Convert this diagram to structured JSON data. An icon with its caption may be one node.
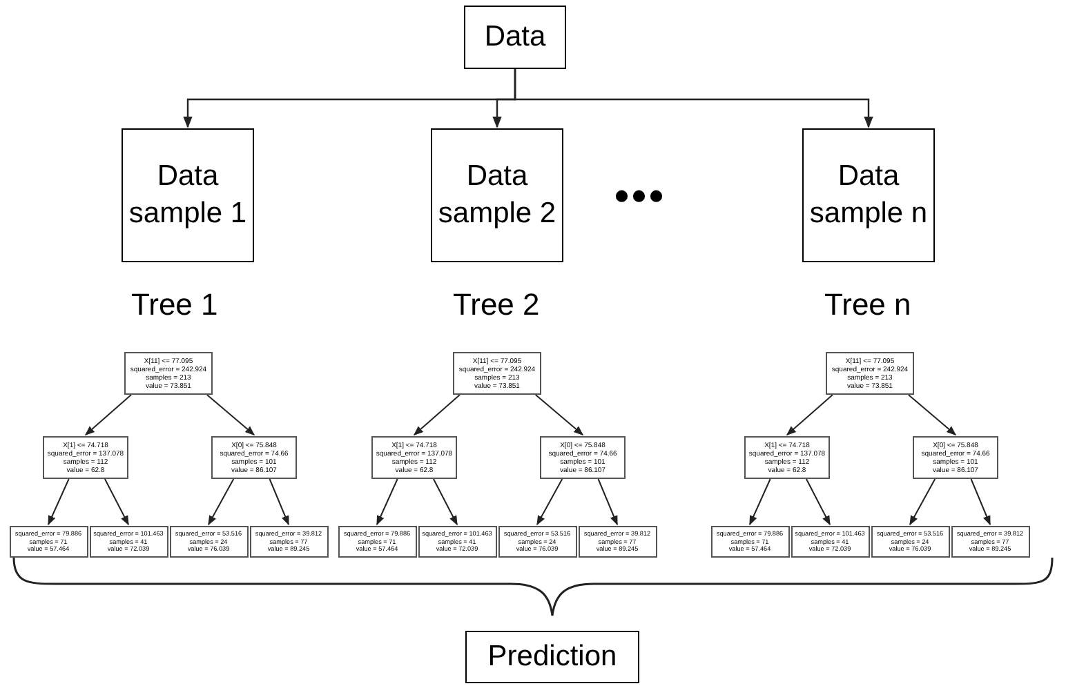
{
  "diagram": {
    "nodes": [
      {
        "text": [
          "Data"
        ]
      },
      {
        "text": [
          "Data sample 1"
        ]
      },
      {
        "text": [
          "Data sample 2"
        ]
      },
      {
        "text": [
          "Data sample n"
        ]
      },
      {
        "text": [
          "X[11] <= 77.095",
          "squared_error = 242.924",
          "samples = 213",
          "value = 73.851"
        ]
      },
      {
        "text": [
          "X[1] <= 74.718",
          "squared_error = 137.078",
          "samples = 112",
          "value = 62.8"
        ]
      },
      {
        "text": [
          "X[0] <= 75.848",
          "squared_error = 74.66",
          "samples = 101",
          "value = 86.107"
        ]
      },
      {
        "text": [
          "squared_error = 79.886",
          "samples = 71",
          "value = 57.464"
        ]
      },
      {
        "text": [
          "squared_error = 101.463",
          "samples = 41",
          "value = 72.039"
        ]
      },
      {
        "text": [
          "squared_error = 53.516",
          "samples = 24",
          "value = 76.039"
        ]
      },
      {
        "text": [
          "squared_error = 39.812",
          "samples = 77",
          "value = 89.245"
        ]
      },
      {
        "text": [
          "X[11] <= 77.095",
          "squared_error = 242.924",
          "samples = 213",
          "value = 73.851"
        ]
      },
      {
        "text": [
          "X[1] <= 74.718",
          "squared_error = 137.078",
          "samples = 112",
          "value = 62.8"
        ]
      },
      {
        "text": [
          "X[0] <= 75.848",
          "squared_error = 74.66",
          "samples = 101",
          "value = 86.107"
        ]
      },
      {
        "text": [
          "squared_error = 79.886",
          "samples = 71",
          "value = 57.464"
        ]
      },
      {
        "text": [
          "squared_error = 101.463",
          "samples = 41",
          "value = 72.039"
        ]
      },
      {
        "text": [
          "squared_error = 53.516",
          "samples = 24",
          "value = 76.039"
        ]
      },
      {
        "text": [
          "squared_error = 39.812",
          "samples = 77",
          "value = 89.245"
        ]
      },
      {
        "text": [
          "X[11] <= 77.095",
          "squared_error = 242.924",
          "samples = 213",
          "value = 73.851"
        ]
      },
      {
        "text": [
          "X[1] <= 74.718",
          "squared_error = 137.078",
          "samples = 112",
          "value = 62.8"
        ]
      },
      {
        "text": [
          "X[0] <= 75.848",
          "squared_error = 74.66",
          "samples = 101",
          "value = 86.107"
        ]
      },
      {
        "text": [
          "squared_error = 79.886",
          "samples = 71",
          "value = 57.464"
        ]
      },
      {
        "text": [
          "squared_error = 101.463",
          "samples = 41",
          "value = 72.039"
        ]
      },
      {
        "text": [
          "squared_error = 53.516",
          "samples = 24",
          "value = 76.039"
        ]
      },
      {
        "text": [
          "squared_error = 39.812",
          "samples = 77",
          "value = 89.245"
        ]
      },
      {
        "text": [
          "Prediction"
        ]
      }
    ],
    "edges": [
      {
        "from": 0,
        "to": 1,
        "arrow": "to"
      },
      {
        "from": 0,
        "to": 2,
        "arrow": "to"
      },
      {
        "from": 0,
        "to": 3,
        "arrow": "to"
      },
      {
        "from": 4,
        "to": 5,
        "arrow": "to"
      },
      {
        "from": 4,
        "to": 6,
        "arrow": "to"
      },
      {
        "from": 5,
        "to": 7,
        "arrow": "to"
      },
      {
        "from": 5,
        "to": 8,
        "arrow": "to"
      },
      {
        "from": 6,
        "to": 9,
        "arrow": "to"
      },
      {
        "from": 6,
        "to": 10,
        "arrow": "to"
      },
      {
        "from": 11,
        "to": 12,
        "arrow": "to"
      },
      {
        "from": 11,
        "to": 13,
        "arrow": "to"
      },
      {
        "from": 12,
        "to": 14,
        "arrow": "to"
      },
      {
        "from": 12,
        "to": 15,
        "arrow": "to"
      },
      {
        "from": 13,
        "to": 16,
        "arrow": "to"
      },
      {
        "from": 13,
        "to": 17,
        "arrow": "to"
      },
      {
        "from": 18,
        "to": 19,
        "arrow": "to"
      },
      {
        "from": 18,
        "to": 20,
        "arrow": "to"
      },
      {
        "from": 19,
        "to": 21,
        "arrow": "to"
      },
      {
        "from": 19,
        "to": 22,
        "arrow": "to"
      },
      {
        "from": 20,
        "to": 23,
        "arrow": "to"
      },
      {
        "from": 20,
        "to": 24,
        "arrow": "to"
      }
    ],
    "labels": [
      "•••",
      "Tree 1",
      "Tree 2",
      "Tree n"
    ]
  }
}
